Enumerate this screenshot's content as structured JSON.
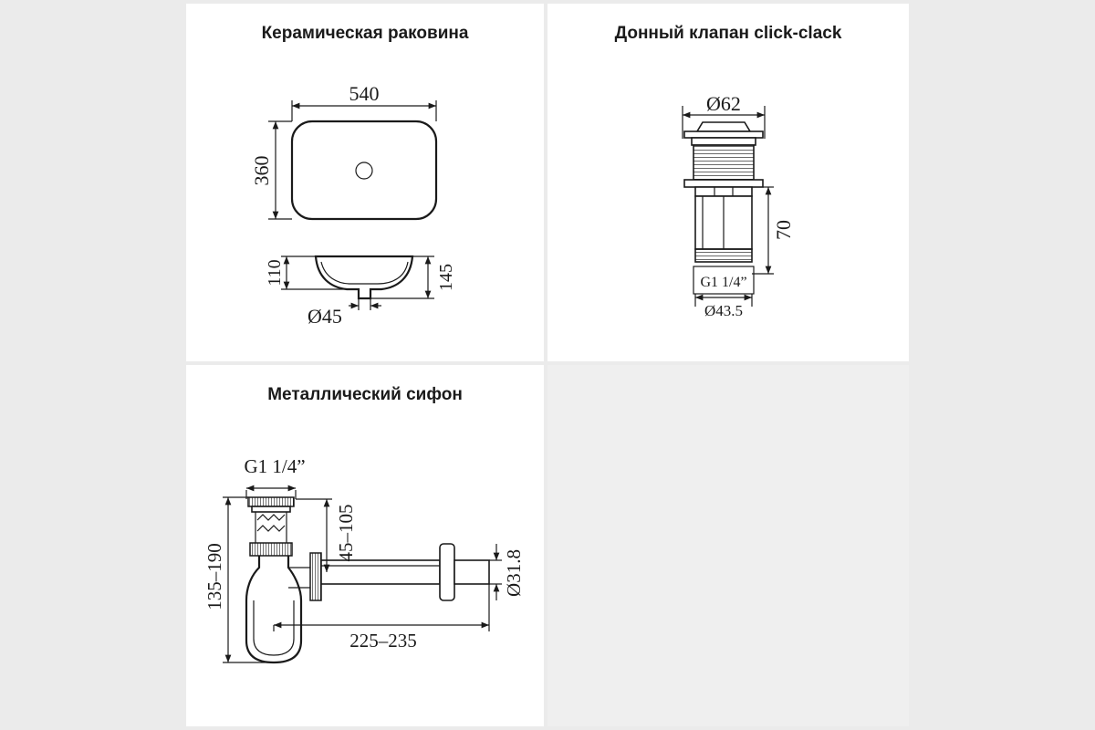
{
  "panels": {
    "basin": {
      "title": "Керамическая раковина",
      "dim_width": "540",
      "dim_depth": "360",
      "dim_height_inner": "110",
      "dim_height_outer": "145",
      "dim_outlet": "Ø45"
    },
    "valve": {
      "title": "Донный клапан click-clack",
      "dim_diameter": "Ø62",
      "dim_length": "70",
      "dim_thread": "G1 1/4”",
      "dim_outlet": "Ø43.5"
    },
    "siphon": {
      "title": "Металлический сифон",
      "dim_thread": "G1 1/4”",
      "dim_adjust": "45–105",
      "dim_height": "135–190",
      "dim_reach": "225–235",
      "dim_pipe": "Ø31.8"
    }
  },
  "colors": {
    "background": "#ebebeb",
    "panel": "#ffffff",
    "ink": "#1a1a1a"
  }
}
